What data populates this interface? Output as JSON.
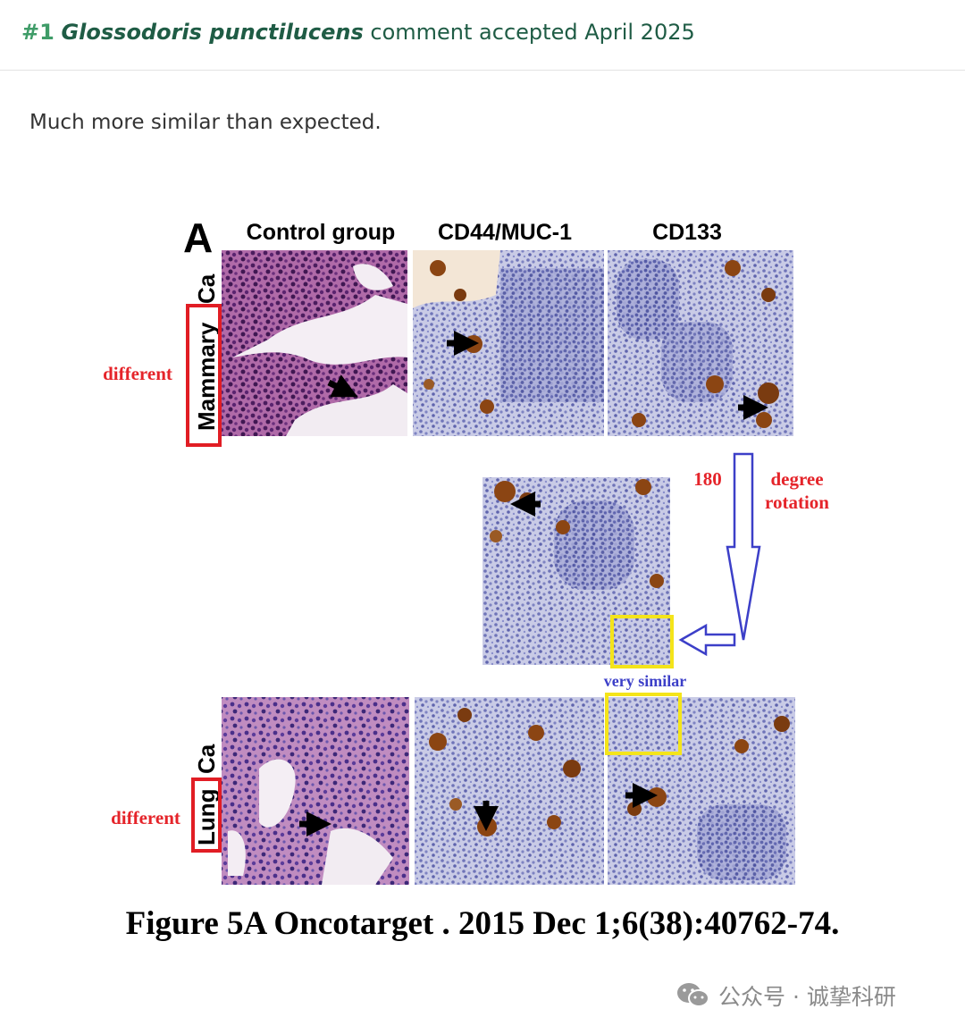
{
  "comment": {
    "number": "#1",
    "species": "Glossodoris punctilucens",
    "status": "comment accepted April 2025",
    "text": "Much more similar than expected."
  },
  "figure": {
    "panel_letter": "A",
    "columns": [
      "Control group",
      "CD44/MUC-1",
      "CD133"
    ],
    "row_labels": [
      {
        "boxed": "Mammary",
        "rest": "Ca"
      },
      {
        "boxed": "Lung",
        "rest": "Ca"
      }
    ],
    "annotations": {
      "different_top": "different",
      "different_bottom": "different",
      "rotation_number": "180",
      "rotation_line1": "degree",
      "rotation_line2": "rotation",
      "very_similar": "very similar"
    },
    "caption": "Figure 5A Oncotarget . 2015 Dec 1;6(38):40762-74.",
    "colors": {
      "annotation_red": "#e5242a",
      "box_red": "#e11d24",
      "highlight_yellow": "#f4e41a",
      "arrow_blue": "#3c3fc8",
      "he_stain": "#8a3f8e",
      "ihc_background": "#9aa0d0",
      "dab_brown": "#8b4513"
    }
  },
  "watermark": {
    "icon": "wechat-icon",
    "text": "公众号 · 诚挚科研"
  }
}
